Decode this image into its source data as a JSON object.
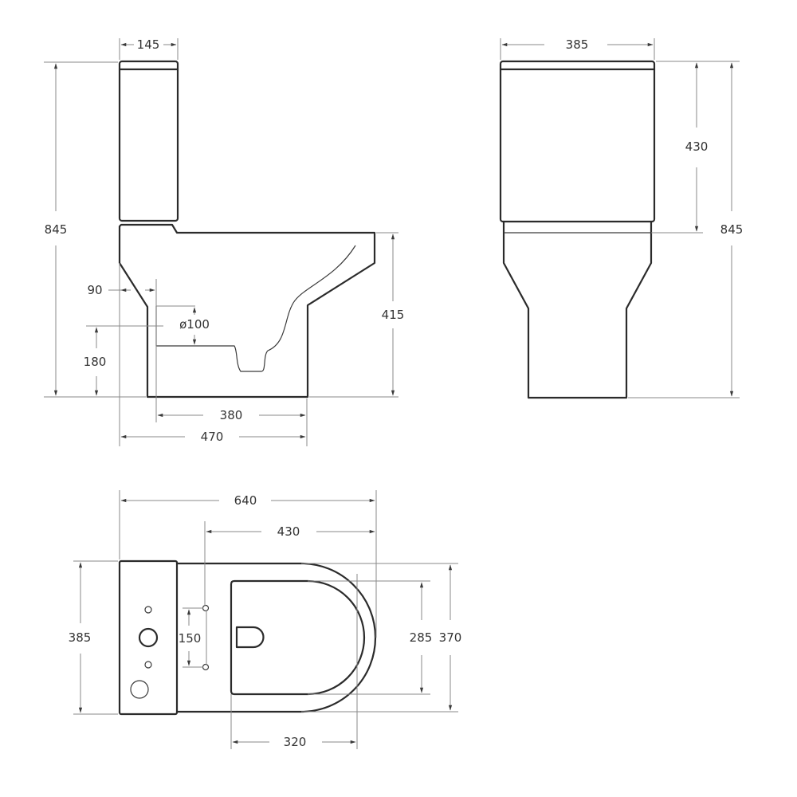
{
  "drawing": {
    "title": "Close-coupled toilet technical drawing",
    "line_color": "#2b2b2b",
    "dim_color": "#8a8a8a",
    "units": "mm"
  },
  "side_view": {
    "tank_depth": "145",
    "total_height": "845",
    "outlet_offset": "90",
    "outlet_diameter": "ø100",
    "outlet_height": "180",
    "bowl_height": "415",
    "base_length": "380",
    "overall_depth": "470"
  },
  "front_view": {
    "width": "385",
    "tank_height": "430",
    "total_height": "845"
  },
  "top_view": {
    "overall_length": "640",
    "bowl_length": "430",
    "width": "385",
    "fixing_spacing": "150",
    "seat_inner_width": "285",
    "seat_outer_width": "370",
    "opening_length": "320"
  }
}
